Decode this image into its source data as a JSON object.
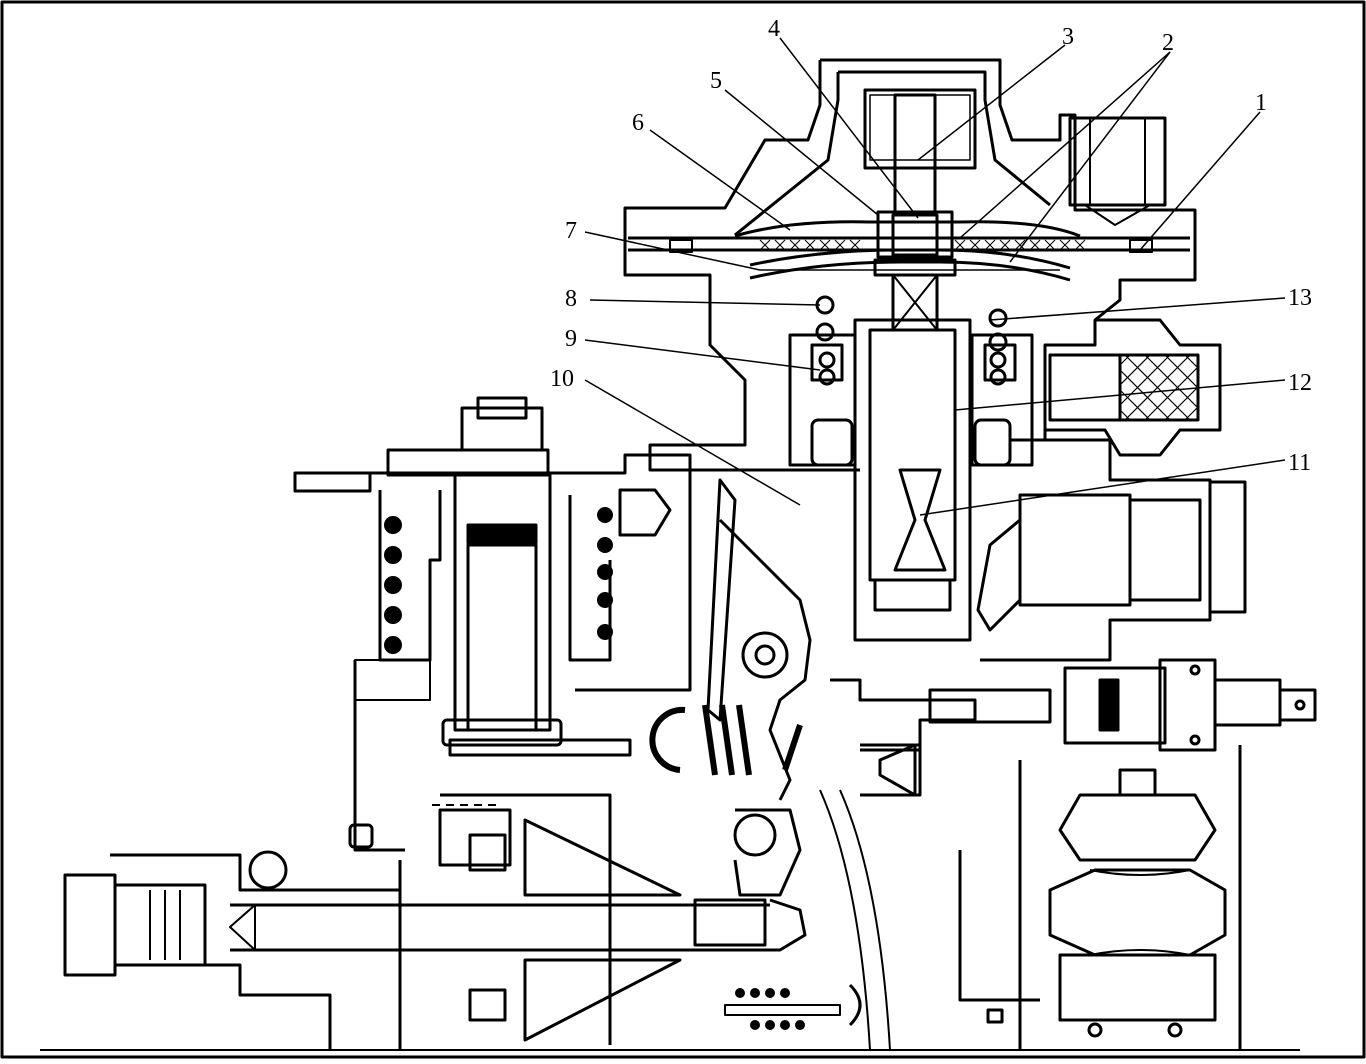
{
  "colors": {
    "line": "#000000",
    "background": "#ffffff"
  },
  "callouts": [
    {
      "id": "1",
      "label": "1"
    },
    {
      "id": "2",
      "label": "2"
    },
    {
      "id": "3",
      "label": "3"
    },
    {
      "id": "4",
      "label": "4"
    },
    {
      "id": "5",
      "label": "5"
    },
    {
      "id": "6",
      "label": "6"
    },
    {
      "id": "7",
      "label": "7"
    },
    {
      "id": "8",
      "label": "8"
    },
    {
      "id": "9",
      "label": "9"
    },
    {
      "id": "10",
      "label": "10"
    },
    {
      "id": "11",
      "label": "11"
    },
    {
      "id": "12",
      "label": "12"
    },
    {
      "id": "13",
      "label": "13"
    }
  ]
}
